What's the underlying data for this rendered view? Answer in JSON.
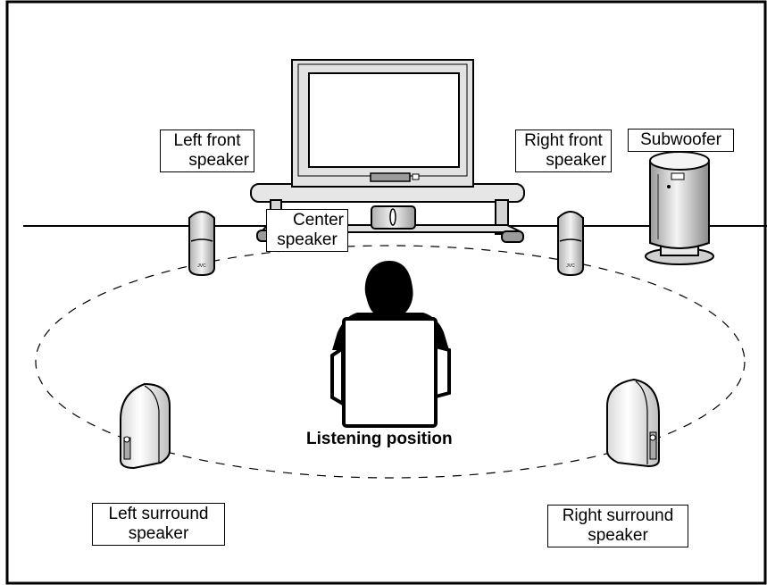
{
  "labels": {
    "left_front": [
      "Left front",
      "speaker"
    ],
    "right_front": [
      "Right front",
      "speaker"
    ],
    "subwoofer": "Subwoofer",
    "center": [
      "Center",
      "speaker"
    ],
    "listening": "Listening position",
    "left_surround": [
      "Left surround",
      "speaker"
    ],
    "right_surround": [
      "Right surround",
      "speaker"
    ]
  },
  "icons": {
    "speaker_brand": "JVC"
  }
}
